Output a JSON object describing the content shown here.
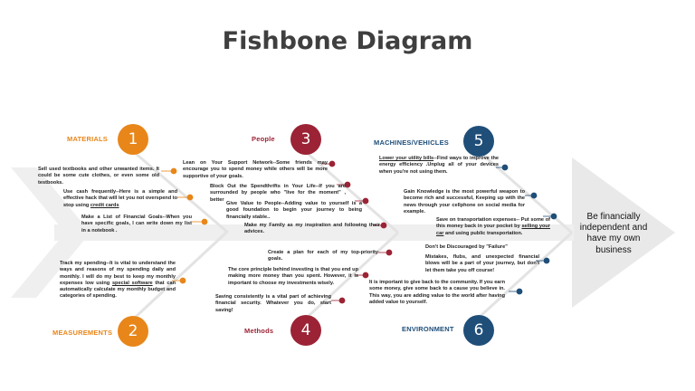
{
  "title": "Fishbone Diagram",
  "goal": "Be financially independent and have my own business",
  "categories": [
    {
      "number": "1",
      "label": "MATERIALS",
      "color": "#e8861a"
    },
    {
      "number": "2",
      "label": "MEASUREMENTS",
      "color": "#e8861a"
    },
    {
      "number": "3",
      "label": "People",
      "color": "#9b2335"
    },
    {
      "number": "4",
      "label": "Methods",
      "color": "#9b2335"
    },
    {
      "number": "5",
      "label": "MACHINES/VEHICLES",
      "color": "#1f4e79"
    },
    {
      "number": "6",
      "label": "ENVIRONMENT",
      "color": "#1f4e79"
    }
  ],
  "notes": {
    "materials_1": "Sell used textbooks and other unwanted items. It could be some cute clothes, or even some old testbooks.",
    "materials_2_pre": "Use cash frequently--Here is a simple and effective hack that will let you not overspend to stop using",
    "materials_2_link": "credit cards",
    "materials_3": "Make a List of Financial Goals--When you have specific goals, I can write down my list in a notebook .",
    "measurements_1_pre": "Track my spending--It is vital to understand the ways and reasons of my spending daily and monthly. I will do my best to keep my monthly expenses low using",
    "measurements_1_link": "special software",
    "measurements_1_post": "that can automatically calculate my monthly budget and categories of spending.",
    "people_1": "Lean on Your Support Network--Some friends may encourage you to spend money while others will be more supportive of your goals.",
    "people_2": "Block Out the Spendthrifts in Your Life--If you are surrounded by people who \"live for the moment\" , better",
    "people_3": "Give Value to People--Adding value to yourself is a good foundation to begin your journey to being financially stable..",
    "people_4": "Make my Family as my inspiration and following their advices.",
    "methods_1": "Create a plan for each of my top-priority goals.",
    "methods_2": "The core principle behind investing is that you end up making more money than you spent. However, it is important to choose my investments wisely.",
    "methods_3": "Saving consistently is a vital part of achieving financial security. Whatever you do, start saving!",
    "machines_1_link": "Lower your utility bills",
    "machines_1_post": "--Find ways to improve the energy efficiency .Unplug all of your devices when you're not using them.",
    "machines_2": "Gain Knowledge is the most powerful weapon to become rich and successful, Keeping up with the news through your cellphone on social media for example.",
    "machines_3_pre": "Save on transportation expenses-- Put some of this money back in your pocket by",
    "machines_3_link": "selling your car",
    "machines_3_post": "and using public transportation.",
    "environment_1": "Don't be Discouraged by \"Failure\"",
    "environment_2": "Mistakes, flubs, and unexpected financial blows will be a part of your journey, but don't let them take you off course!",
    "environment_3": "It is important to give back to the community. If you earn some money, give some back to a cause you believe in. This way, you are adding value to the world after having added value to yourself."
  }
}
